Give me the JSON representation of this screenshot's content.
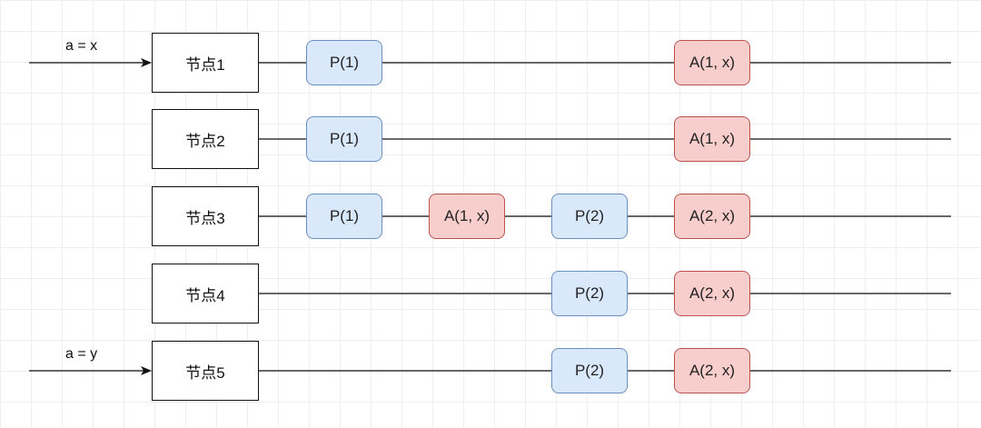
{
  "colors": {
    "prepare_fill": "#dae8fc",
    "prepare_stroke": "#6c8ebf",
    "accept_fill": "#f8cecc",
    "accept_stroke": "#b85450",
    "line": "#111111"
  },
  "inputs": [
    {
      "label": "a = x",
      "row": 0
    },
    {
      "label": "a = y",
      "row": 4
    }
  ],
  "nodes": [
    {
      "label": "节点1",
      "messages": [
        {
          "label": "P(1)",
          "kind": "prepare",
          "slot": 0
        },
        {
          "label": "A(1, x)",
          "kind": "accept",
          "slot": 3
        }
      ]
    },
    {
      "label": "节点2",
      "messages": [
        {
          "label": "P(1)",
          "kind": "prepare",
          "slot": 0
        },
        {
          "label": "A(1, x)",
          "kind": "accept",
          "slot": 3
        }
      ]
    },
    {
      "label": "节点3",
      "messages": [
        {
          "label": "P(1)",
          "kind": "prepare",
          "slot": 0
        },
        {
          "label": "A(1, x)",
          "kind": "accept",
          "slot": 1
        },
        {
          "label": "P(2)",
          "kind": "prepare",
          "slot": 2
        },
        {
          "label": "A(2, x)",
          "kind": "accept",
          "slot": 3
        }
      ]
    },
    {
      "label": "节点4",
      "messages": [
        {
          "label": "P(2)",
          "kind": "prepare",
          "slot": 2
        },
        {
          "label": "A(2, x)",
          "kind": "accept",
          "slot": 3
        }
      ]
    },
    {
      "label": "节点5",
      "messages": [
        {
          "label": "P(2)",
          "kind": "prepare",
          "slot": 2
        },
        {
          "label": "A(2, x)",
          "kind": "accept",
          "slot": 3
        }
      ]
    }
  ]
}
